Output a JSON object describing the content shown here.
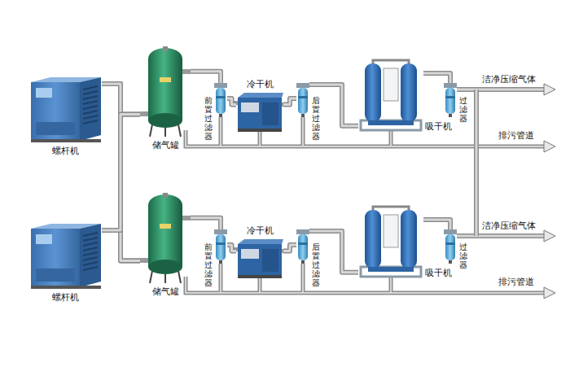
{
  "diagram": {
    "nodes": [
      {
        "text": [
          "螺杆机"
        ]
      },
      {
        "text": [
          "储气罐"
        ]
      },
      {
        "text": [
          "前置过滤器"
        ]
      },
      {
        "text": [
          "冷干机"
        ]
      },
      {
        "text": [
          "后置过滤器"
        ]
      },
      {
        "text": [
          "吸干机"
        ]
      },
      {
        "text": [
          "过滤器"
        ]
      },
      {
        "text": [
          "螺杆机"
        ]
      },
      {
        "text": [
          "储气罐"
        ]
      },
      {
        "text": [
          "前置过滤器"
        ]
      },
      {
        "text": [
          "冷干机"
        ]
      },
      {
        "text": [
          "后置过滤器"
        ]
      },
      {
        "text": [
          "吸干机"
        ]
      },
      {
        "text": [
          "过滤器"
        ]
      }
    ],
    "edges": [
      {
        "from": 0,
        "to": 1,
        "arrow": "none"
      },
      {
        "from": 1,
        "to": 2,
        "arrow": "none"
      },
      {
        "from": 2,
        "to": 3,
        "arrow": "none"
      },
      {
        "from": 3,
        "to": 4,
        "arrow": "none"
      },
      {
        "from": 4,
        "to": 5,
        "arrow": "none"
      },
      {
        "from": 5,
        "to": 6,
        "arrow": "none"
      },
      {
        "from": 7,
        "to": 8,
        "arrow": "none"
      },
      {
        "from": 8,
        "to": 9,
        "arrow": "none"
      },
      {
        "from": 9,
        "to": 10,
        "arrow": "none"
      },
      {
        "from": 10,
        "to": 11,
        "arrow": "none"
      },
      {
        "from": 11,
        "to": 12,
        "arrow": "none"
      },
      {
        "from": 12,
        "to": 13,
        "arrow": "none"
      },
      {
        "from": 0,
        "to": 8,
        "arrow": "none"
      },
      {
        "from": 7,
        "to": 1,
        "arrow": "none"
      }
    ],
    "labels": [
      "洁净压缩气体",
      "排污管道",
      "洁净压缩气体",
      "排污管道"
    ]
  }
}
